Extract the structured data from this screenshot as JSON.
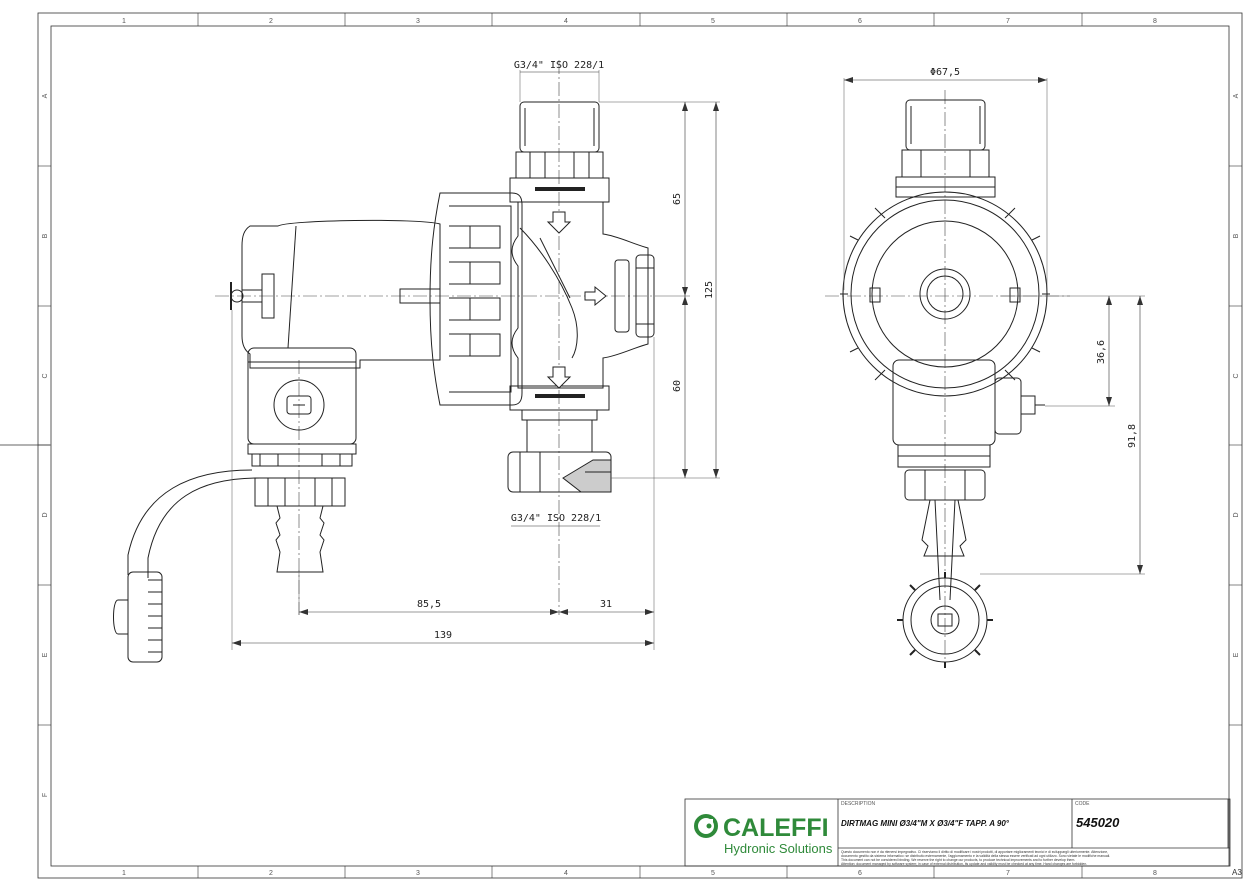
{
  "drawing": {
    "grid_columns": [
      "1",
      "2",
      "3",
      "4",
      "5",
      "6",
      "7",
      "8"
    ],
    "grid_rows": [
      "A",
      "B",
      "C",
      "D",
      "E",
      "F"
    ],
    "sheet_size": "A3"
  },
  "dimensions": {
    "thread_top": "G3/4\" ISO 228/1",
    "thread_bottom": "G3/4\" ISO 228/1",
    "d65": "65",
    "d125": "125",
    "d60": "60",
    "d85_5": "85,5",
    "d31": "31",
    "d139": "139",
    "diameter": "Φ67,5",
    "d36_6": "36,6",
    "d91_8": "91,8"
  },
  "title_block": {
    "brand": "CALEFFI",
    "brand_sub": "Hydronic Solutions",
    "description_label": "DESCRIPTION",
    "description": "DIRTMAG MINI Ø3/4\"M X Ø3/4\"F TAPP. A 90°",
    "code_label": "CODE",
    "code": "545020",
    "notes": [
      "Questo documento non è da ritenersi impegnativo. Ci riserviamo il diritto di modificare i nostri prodotti, di apportare miglioramenti tecnici e di sviluppargli ulteriormente. Attenzione,",
      "documento gestito da sistema informatico: se distribuito esternamente, l'aggiornamento e la validità della stessa essere verificati ad ogni utilizzo. Sono vietate le modifiche manuali.",
      "This document can not be considered binding. We reserve the right to change our products, to produce technical improvements and to further develop them.",
      "Attention: document managed by software system; in case of external distribution, its update and validity must be checked at any time. Hand changes are forbidden."
    ]
  }
}
